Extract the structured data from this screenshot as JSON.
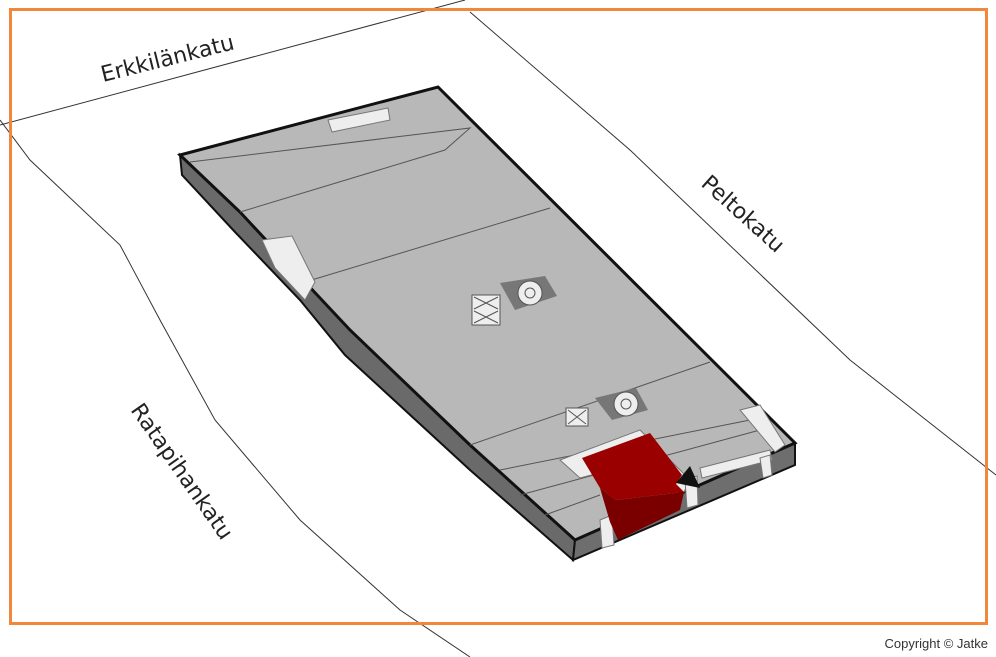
{
  "streets": {
    "north": "Erkkilänkatu",
    "east": "Peltokatu",
    "west": "Ratapihankatu"
  },
  "copyright": "Copyright © Jatke",
  "colors": {
    "highlight": "#9b0000",
    "frame": "#f0873a",
    "floor": "#b8b8b8"
  },
  "icons": [
    "elevator-icon",
    "stairs-icon",
    "entrance-arrow-icon"
  ]
}
